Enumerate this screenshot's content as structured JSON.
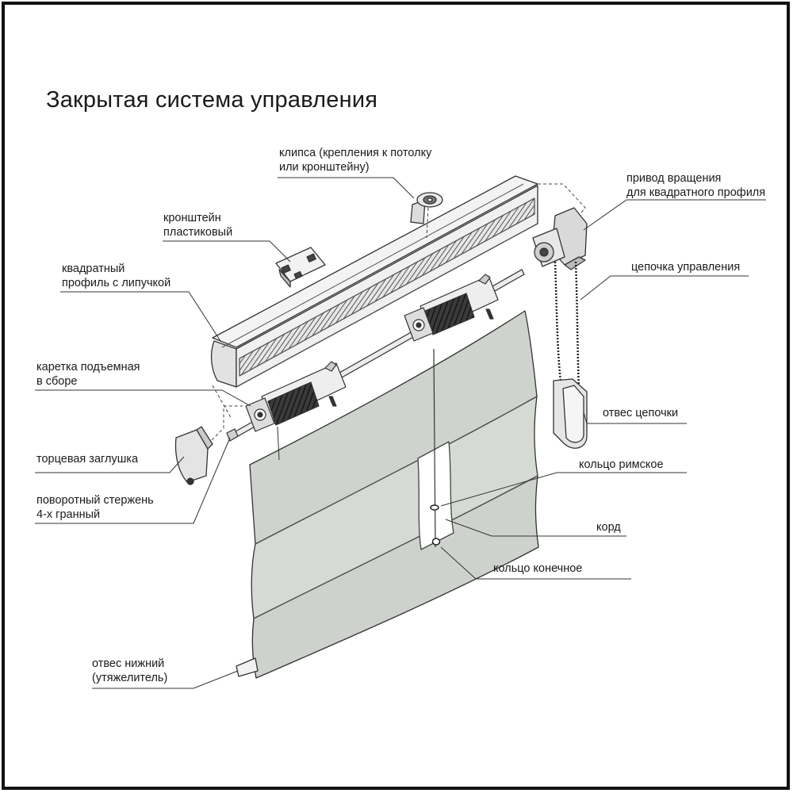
{
  "title": "Закрытая система управления",
  "labels": {
    "clip": [
      "клипса (крепления к потолку",
      "или кронштейну)"
    ],
    "bracket": [
      "кронштейн",
      "пластиковый"
    ],
    "profile": [
      "квадратный",
      "профиль с липучкой"
    ],
    "drive": [
      "привод вращения",
      "для квадратного профиля"
    ],
    "chain": [
      "цепочка управления"
    ],
    "carriage": [
      "каретка подъемная",
      "в сборе"
    ],
    "end_cap": [
      "торцевая заглушка"
    ],
    "rod": [
      "поворотный стержень",
      "4-х гранный"
    ],
    "chain_weight": [
      "отвес цепочки"
    ],
    "roman_ring": [
      "кольцо римское"
    ],
    "cord": [
      "корд"
    ],
    "end_ring": [
      "кольцо конечное"
    ],
    "bottom_weight": [
      "отвес нижний",
      "(утяжелитель)"
    ]
  },
  "colors": {
    "frame": "#111111",
    "line": "#333333",
    "fabric": "#d4d8d2",
    "fabric_dark": "#b9beb7",
    "metal": "#e4e4e4",
    "spring": "#2b2b2b"
  }
}
